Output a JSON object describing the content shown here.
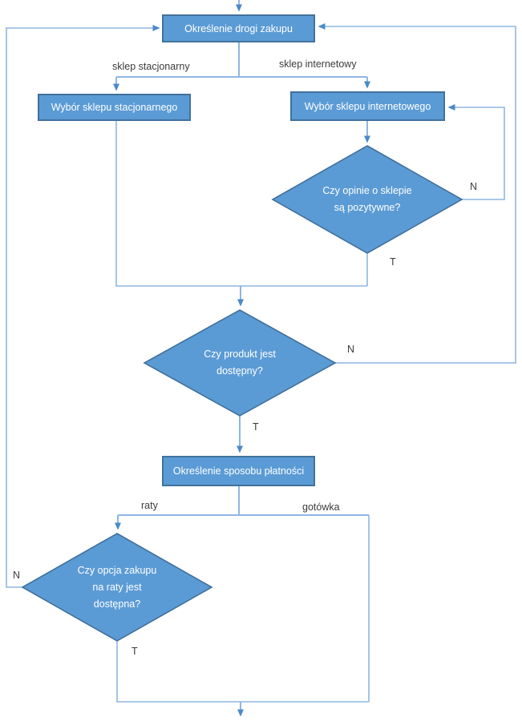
{
  "colors": {
    "node_fill": "#5b9bd5",
    "node_border": "#41719c",
    "node_text": "#ffffff",
    "connector": "#8fb6e2",
    "arrowhead": "#4a8ac9",
    "label_text": "#3b3b3b"
  },
  "nodes": {
    "determine_path": "Określenie drogi zakupu",
    "choose_physical": "Wybór sklepu stacjonarnego",
    "choose_online": "Wybór sklepu internetowego",
    "reviews_positive": "Czy opinie o sklepie są pozytywne?",
    "product_available": "Czy produkt jest dostępny?",
    "determine_payment": "Określenie sposobu płatności",
    "installments_available": "Czy opcja zakupu na raty jest dostępna?"
  },
  "edge_labels": {
    "physical_store": "sklep stacjonarny",
    "online_store": "sklep internetowy",
    "reviews_no": "N",
    "reviews_yes": "T",
    "available_no": "N",
    "available_yes": "T",
    "installments": "raty",
    "cash": "gotówka",
    "installments_no": "N",
    "installments_yes": "T"
  }
}
